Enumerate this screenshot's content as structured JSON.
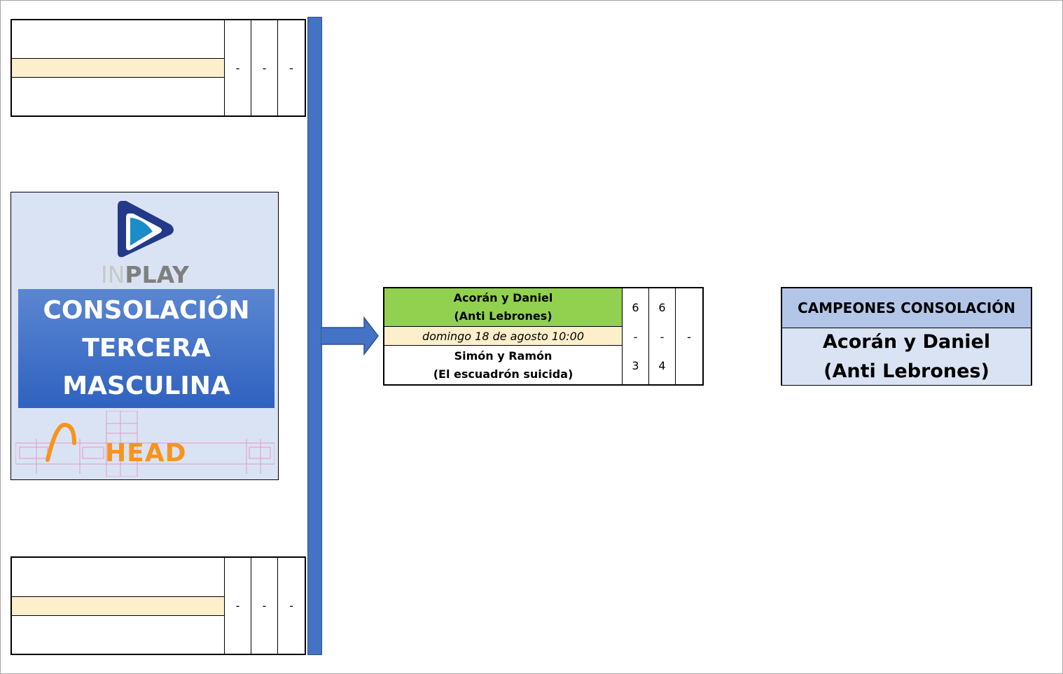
{
  "bracket": {
    "top_match": {
      "team1": "",
      "date": "",
      "team2": "",
      "set_marks": [
        "-",
        "-",
        "-"
      ]
    },
    "bottom_match": {
      "team1": "",
      "date": "",
      "team2": "",
      "set_marks": [
        "-",
        "-",
        "-"
      ]
    },
    "final_match": {
      "team1": "Acorán y Daniel\n(Anti Lebrones)",
      "date": "domingo 18 de agosto 10:00",
      "team2": "Simón y Ramón\n(El escuadrón suicida)",
      "team1_sets": [
        "6",
        "6",
        ""
      ],
      "date_marks": [
        "-",
        "-",
        "-"
      ],
      "team2_sets": [
        "3",
        "4",
        ""
      ]
    }
  },
  "logo_panel": {
    "brand_light": "IN",
    "brand_bold": "PLAY",
    "title_line1": "CONSOLACIÓN",
    "title_line2": "TERCERA",
    "title_line3": "MASCULINA",
    "sponsor": "HEAD",
    "logo_icon": "play-triangle-icon"
  },
  "champions": {
    "header": "CAMPEONES CONSOLACIÓN",
    "winner": "Acorán y Daniel\n(Anti Lebrones)"
  },
  "colors": {
    "connector": "#4472c4",
    "winner_fill": "#92d050",
    "date_fill": "#fdefcb",
    "champ_header": "#b4c6e7",
    "panel_bg": "#dae3f3",
    "head_orange": "#f7941d"
  }
}
